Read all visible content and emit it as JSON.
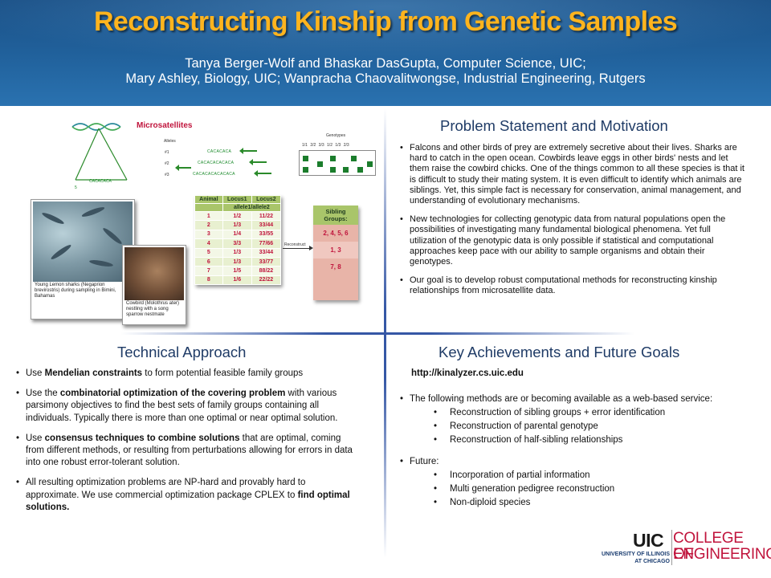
{
  "header": {
    "title": "Reconstructing Kinship from Genetic Samples",
    "authors_line1": "Tanya Berger-Wolf  and Bhaskar DasGupta, Computer Science, UIC;",
    "authors_line2": "Mary Ashley, Biology, UIC; Wanpracha Chaovalitwongse, Industrial Engineering, Rutgers"
  },
  "figure": {
    "microsatellites_label": "Microsatellites",
    "alleles_label": "Alleles",
    "alleles": [
      {
        "num": "#1",
        "seq": "CACACACA"
      },
      {
        "num": "#2",
        "seq": "CACACACACACA"
      },
      {
        "num": "#3",
        "seq": "CACACACACACACA"
      }
    ],
    "strand_seq": "CACACACA",
    "strand_num": "5",
    "genotypes_label": "Genotypes",
    "genotype_values": "1/1  2/2  3/3  1/2  1/3  2/3",
    "shark_caption": "Young Lemon sharks (Negaprion brevirostris) during sampling in Bimini, Bahamas",
    "cowbird_caption": "Cowbird (Molothrus ater) nestling with a song sparrow nestmate",
    "table": {
      "header_row1": [
        "Animal",
        "Locus1",
        "Locus2"
      ],
      "header_row2": "allele1/allele2",
      "rows": [
        [
          "1",
          "1/2",
          "11/22"
        ],
        [
          "2",
          "1/3",
          "33/44"
        ],
        [
          "3",
          "1/4",
          "33/55"
        ],
        [
          "4",
          "3/3",
          "77/66"
        ],
        [
          "5",
          "1/3",
          "33/44"
        ],
        [
          "6",
          "1/3",
          "33/77"
        ],
        [
          "7",
          "1/5",
          "88/22"
        ],
        [
          "8",
          "1/6",
          "22/22"
        ]
      ]
    },
    "reconstruct_label": "Reconstruct",
    "sibling_groups_label": "Sibling Groups:",
    "sibling_groups": [
      "2, 4, 5, 6",
      "1, 3",
      "7, 8"
    ]
  },
  "problem": {
    "heading": "Problem Statement and Motivation",
    "bullets": [
      "Falcons and other birds of prey are extremely secretive about their lives. Sharks are hard to catch in the open ocean. Cowbirds leave eggs in other birds' nests and let them raise the cowbird chicks. One of the things common to all these species is that it is difficult to study their mating system. It is even difficult to identify which animals are siblings. Yet, this simple fact is necessary for conservation, animal management, and understanding of evolutionary mechanisms.",
      "New technologies for collecting genotypic data from natural populations open the possibilities of investigating many fundamental biological phenomena. Yet full utilization of the genotypic data is only possible if statistical and computational approaches keep pace with our ability to sample organisms and obtain their genotypes.",
      "Our goal is to  develop robust computational methods for reconstructing kinship relationships from microsatellite data."
    ]
  },
  "technical": {
    "heading": "Technical Approach",
    "b1_pre": "Use ",
    "b1_bold": "Mendelian constraints",
    "b1_post": " to form potential feasible family groups",
    "b2_pre": "Use the ",
    "b2_bold": "combinatorial optimization of the covering problem",
    "b2_post": " with various parsimony objectives to find the best sets of family groups containing all individuals. Typically there is more than one optimal or near optimal solution.",
    "b3_pre": "Use ",
    "b3_bold": "consensus techniques to combine solutions",
    "b3_post": " that  are optimal, coming from different methods, or resulting from perturbations allowing for errors in data into one robust error-tolerant  solution.",
    "b4_pre": "All resulting optimization problems are NP-hard and provably hard to approximate. We use commercial optimization package CPLEX to ",
    "b4_bold": "find optimal solutions."
  },
  "achievements": {
    "heading": "Key Achievements and Future Goals",
    "url": "http://kinalyzer.cs.uic.edu",
    "bullet1": "The  following methods are or becoming available as a web-based service:",
    "bullet1_sub": [
      "Reconstruction of sibling groups + error identification",
      "Reconstruction of parental genotype",
      "Reconstruction of half-sibling relationships"
    ],
    "bullet2": "Future:",
    "bullet2_sub": [
      "Incorporation of partial information",
      "Multi generation pedigree reconstruction",
      "Non-diploid species"
    ]
  },
  "logo": {
    "uic": "UIC",
    "college": "COLLEGE OF",
    "engineering": "ENGINEERING",
    "univ_line1": "UNIVERSITY OF ILLINOIS",
    "univ_line2": "AT CHICAGO"
  }
}
